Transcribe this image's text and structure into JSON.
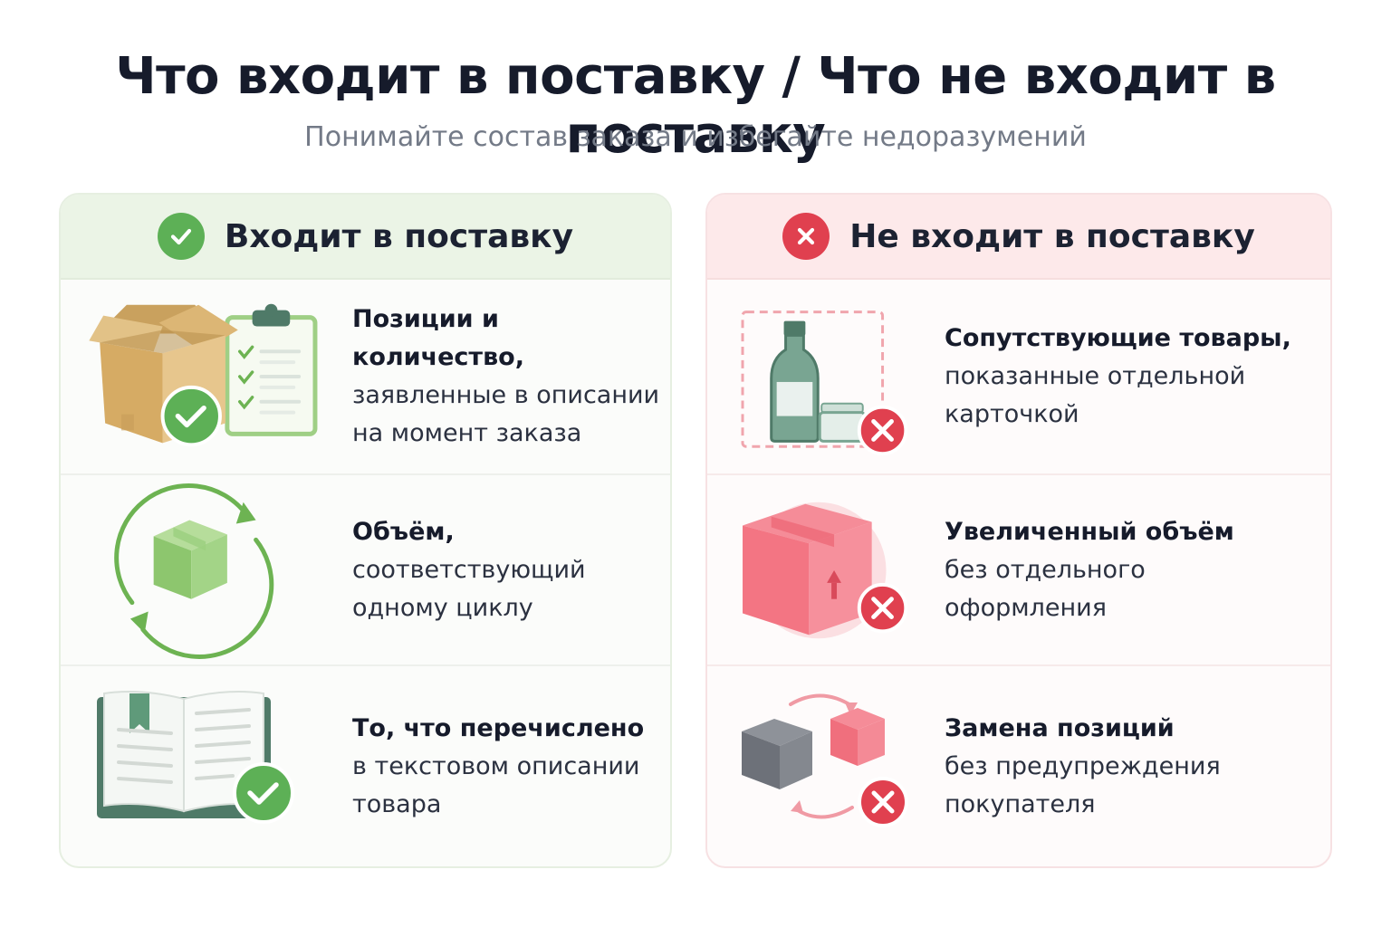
{
  "header": {
    "title": "Что входит в поставку / Что не входит в поставку",
    "subtitle": "Понимайте состав заказа и избегайте недоразумений"
  },
  "included": {
    "title": "Входит в поставку",
    "icon": "check-circle-icon",
    "color": "#5db056",
    "items": [
      {
        "bold": "Позиции и количество,",
        "lines": [
          "заявленные в описании",
          "на момент заказа"
        ],
        "icon": "box-with-checklist-icon"
      },
      {
        "bold": "Объём,",
        "lines": [
          "соответствующий",
          "одному циклу"
        ],
        "icon": "box-cycle-icon"
      },
      {
        "bold": "То, что перечислено",
        "lines": [
          "в текстовом описании",
          "товара"
        ],
        "icon": "open-book-icon"
      }
    ]
  },
  "excluded": {
    "title": "Не входит в поставку",
    "icon": "cross-circle-icon",
    "color": "#e0404f",
    "items": [
      {
        "bold": "Сопутствующие товары,",
        "lines": [
          "показанные отдельной",
          "карточкой"
        ],
        "icon": "bottle-and-jar-icon"
      },
      {
        "bold": "Увеличенный объём",
        "lines": [
          "без отдельного",
          "оформления"
        ],
        "icon": "large-box-icon"
      },
      {
        "bold": "Замена позиций",
        "lines": [
          "без предупреждения",
          "покупателя"
        ],
        "icon": "swap-boxes-icon"
      }
    ]
  }
}
